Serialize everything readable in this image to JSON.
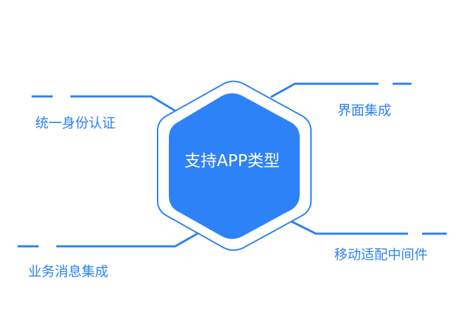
{
  "center": {
    "label": "支持APP类型"
  },
  "features": [
    {
      "label": "统一身份认证"
    },
    {
      "label": "界面集成"
    },
    {
      "label": "业务消息集成"
    },
    {
      "label": "移动适配中间件"
    }
  ],
  "colors": {
    "accent": "#2d80f4",
    "fill": "#2e82f7"
  }
}
